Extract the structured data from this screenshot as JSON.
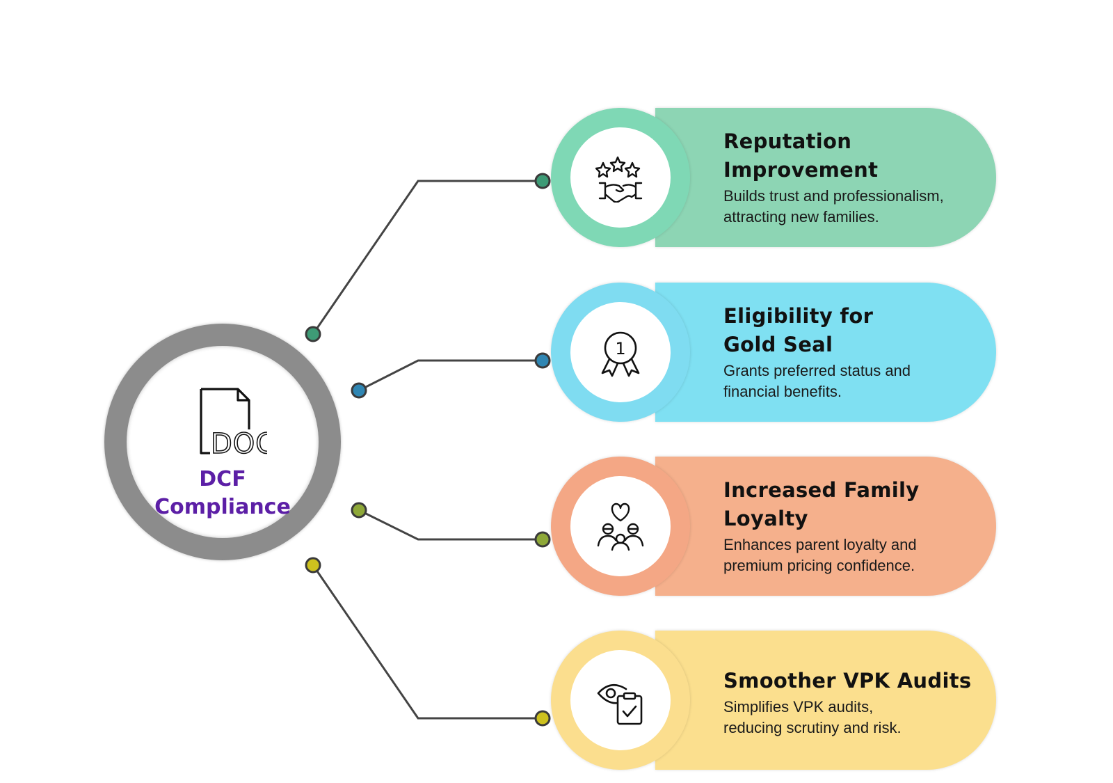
{
  "hub": {
    "title": "DCF\nCompliance",
    "icon": "doc-icon",
    "color": "#8c8c8c",
    "title_color": "#5c1fa6"
  },
  "benefits": [
    {
      "title": "Reputation\nImprovement",
      "description": "Builds trust and professionalism,\nattracting  new families.",
      "icon": "stars-handshake-icon",
      "color": "#8dd5b4",
      "ring_color": "#7fd8b5",
      "dot_color": "#3e9b76"
    },
    {
      "title": "Eligibility for\nGold Seal",
      "description": "Grants preferred status and\nfinancial benefits.",
      "icon": "award-ribbon-icon",
      "color": "#7fe0f2",
      "ring_color": "#7fdcf1",
      "dot_color": "#2f86b3"
    },
    {
      "title": "Increased Family\nLoyalty",
      "description": "Enhances parent loyalty and\npremium pricing confidence.",
      "icon": "family-heart-icon",
      "color": "#f5b08c",
      "ring_color": "#f4a785",
      "dot_color": "#8ea838"
    },
    {
      "title": "Smoother VPK Audits",
      "description": "Simplifies VPK audits,\nreducing scrutiny and risk.",
      "icon": "eye-clipboard-icon",
      "color": "#fbdf8e",
      "ring_color": "#fbde8e",
      "dot_color": "#cdc11e"
    }
  ]
}
